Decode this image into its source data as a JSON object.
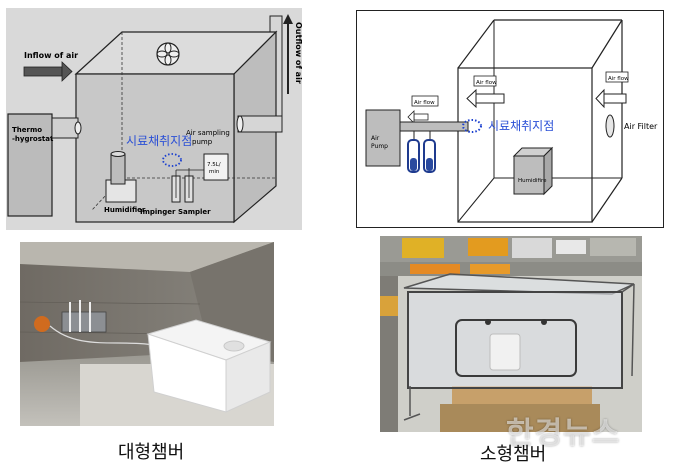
{
  "large_diagram": {
    "inflow_label": "Inflow of air",
    "outflow_label": "Outflow of air",
    "thermo_label_1": "Thermo",
    "thermo_label_2": "-hygrostat",
    "sampling_point": "시료채취지점",
    "air_sampling_1": "Air sampling",
    "air_sampling_2": "pump",
    "pump_box_1": "7.5L/",
    "pump_box_2": "min",
    "humidifier": "Humidifier",
    "impinger": "Impinger Sampler"
  },
  "small_diagram": {
    "air_flow": "Air flow",
    "air_filter": "Air Filter",
    "air_pump_1": "Air",
    "air_pump_2": "Pump",
    "sampling_point": "시료채취지점",
    "humidifier": "Humidifire"
  },
  "captions": {
    "large": "대형챔버",
    "small": "소형챔버"
  },
  "watermark": "한경뉴스",
  "colors": {
    "chamber_fill": "#c8c8c8",
    "sampling_text": "#2a4fd6",
    "sampling_dots": "#1a3fcf"
  }
}
